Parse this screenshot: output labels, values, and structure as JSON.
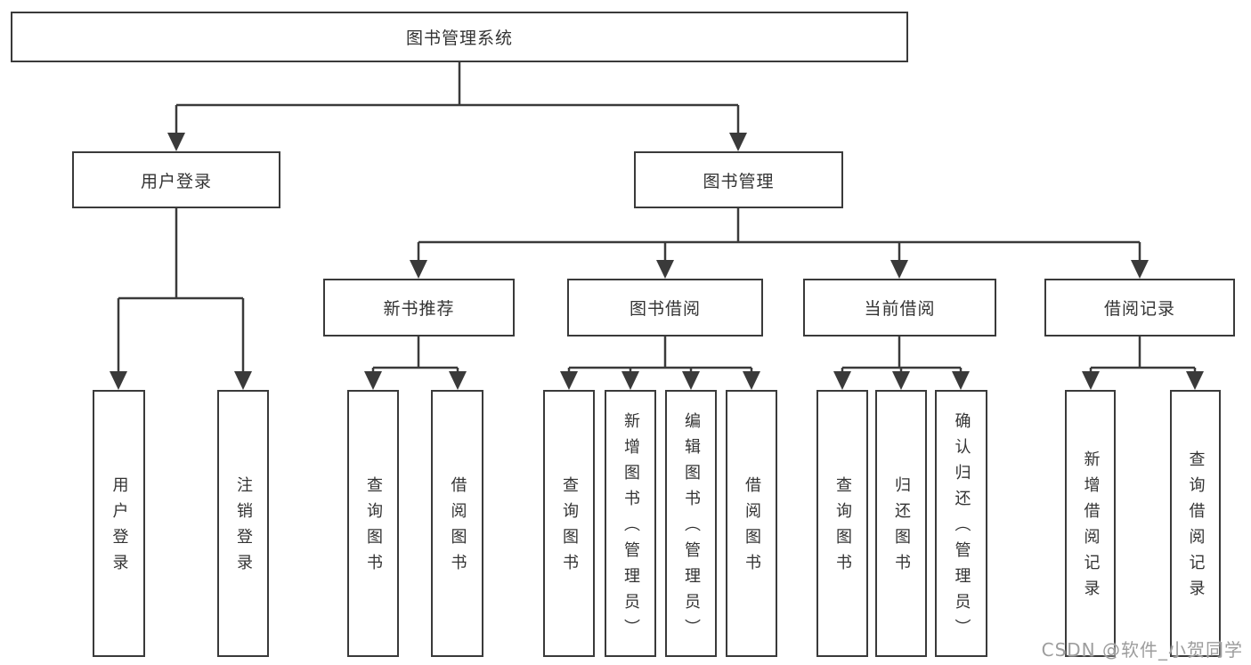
{
  "diagram": {
    "title": "图书管理系统",
    "root": {
      "label": "图书管理系统"
    },
    "level2": [
      {
        "label": "用户登录",
        "parent": "图书管理系统"
      },
      {
        "label": "图书管理",
        "parent": "图书管理系统"
      }
    ],
    "level3": [
      {
        "label": "新书推荐",
        "parent": "图书管理"
      },
      {
        "label": "图书借阅",
        "parent": "图书管理"
      },
      {
        "label": "当前借阅",
        "parent": "图书管理"
      },
      {
        "label": "借阅记录",
        "parent": "图书管理"
      }
    ],
    "leaves": [
      {
        "label": "用户登录",
        "parent": "用户登录"
      },
      {
        "label": "注销登录",
        "parent": "用户登录"
      },
      {
        "label": "查询图书",
        "parent": "新书推荐"
      },
      {
        "label": "借阅图书",
        "parent": "新书推荐"
      },
      {
        "label": "查询图书",
        "parent": "图书借阅"
      },
      {
        "label": "新增图书（管理员）",
        "parent": "图书借阅"
      },
      {
        "label": "编辑图书（管理员）",
        "parent": "图书借阅"
      },
      {
        "label": "借阅图书",
        "parent": "图书借阅"
      },
      {
        "label": "查询图书",
        "parent": "当前借阅"
      },
      {
        "label": "归还图书",
        "parent": "当前借阅"
      },
      {
        "label": "确认归还（管理员）",
        "parent": "当前借阅"
      },
      {
        "label": "新增借阅记录",
        "parent": "借阅记录"
      },
      {
        "label": "查询借阅记录",
        "parent": "借阅记录"
      }
    ]
  },
  "watermark": {
    "text": "CSDN @软件_小贺同学"
  },
  "colors": {
    "background": "#ffffff",
    "line": "#3a3a3a",
    "box_border": "#3a3a3a",
    "text": "#333333",
    "watermark": "#9d9d9d"
  }
}
